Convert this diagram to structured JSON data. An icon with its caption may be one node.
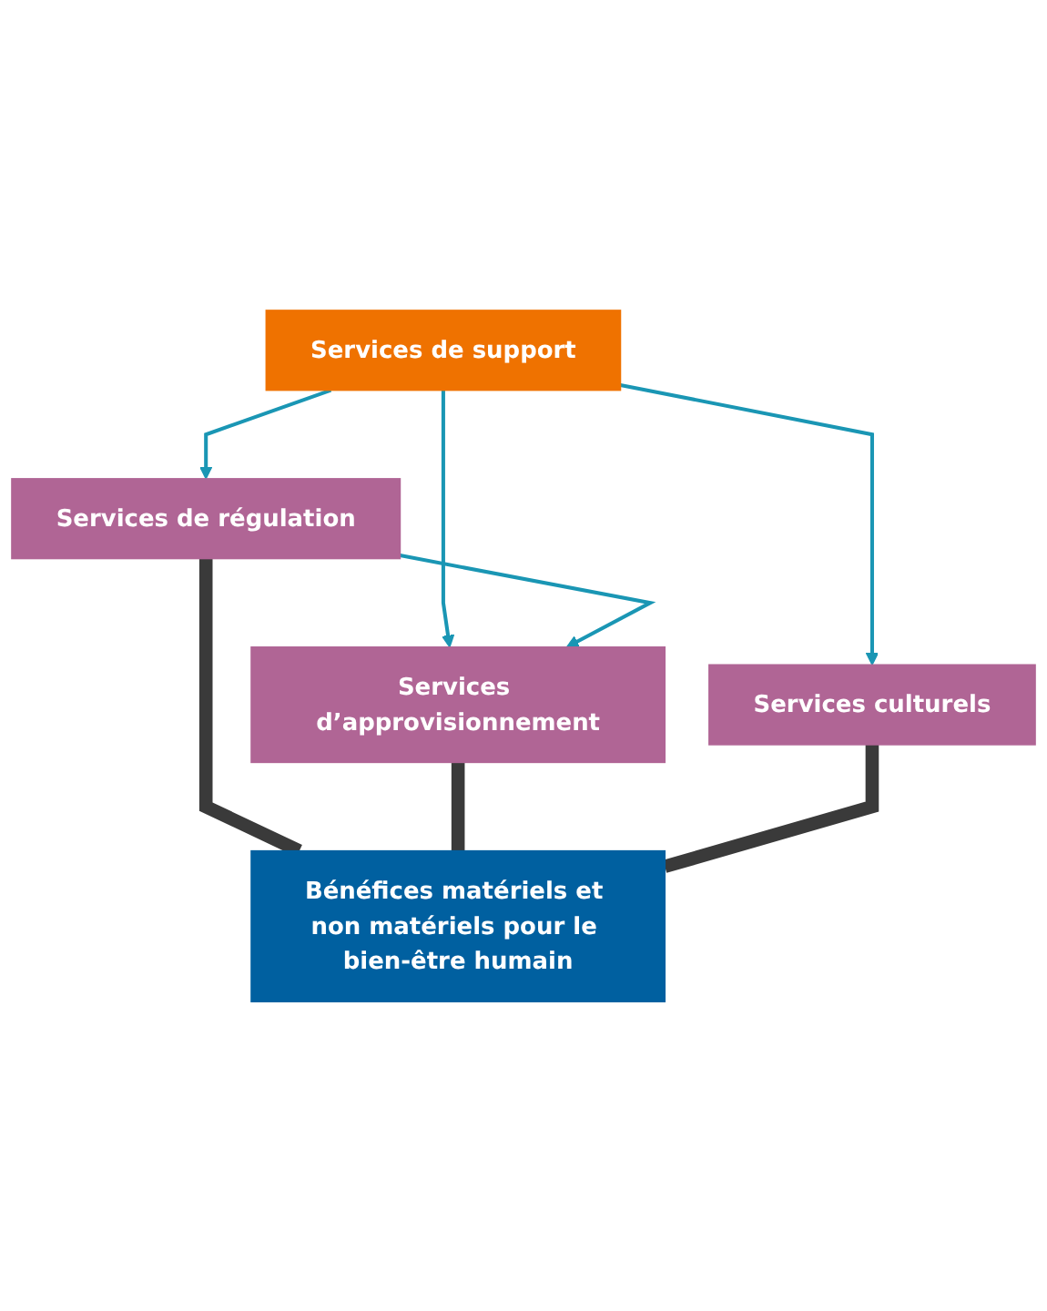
{
  "diagram": {
    "nodes": [
      {
        "text": [
          "Services de support"
        ]
      },
      {
        "text": [
          "Services de régulation"
        ]
      },
      {
        "text": [
          "Services d’approvisionnement"
        ]
      },
      {
        "text": [
          "Services culturels"
        ]
      },
      {
        "text": [
          "Bénéfices matériels et non matériels pour le bien-être humain"
        ]
      }
    ],
    "edges": [
      {
        "from": 0,
        "to": 1,
        "arrow": "to"
      },
      {
        "from": 0,
        "to": 2,
        "arrow": "to"
      },
      {
        "from": 0,
        "to": 3,
        "arrow": "to"
      },
      {
        "from": 1,
        "to": 2,
        "arrow": "to"
      },
      {
        "from": 1,
        "to": 4,
        "arrow": "none",
        "style": "thick",
        "color": "#3a3a3a"
      },
      {
        "from": 2,
        "to": 4,
        "arrow": "none",
        "style": "thick",
        "color": "#3a3a3a"
      },
      {
        "from": 3,
        "to": 4,
        "arrow": "none",
        "style": "thick",
        "color": "#3a3a3a"
      }
    ]
  }
}
